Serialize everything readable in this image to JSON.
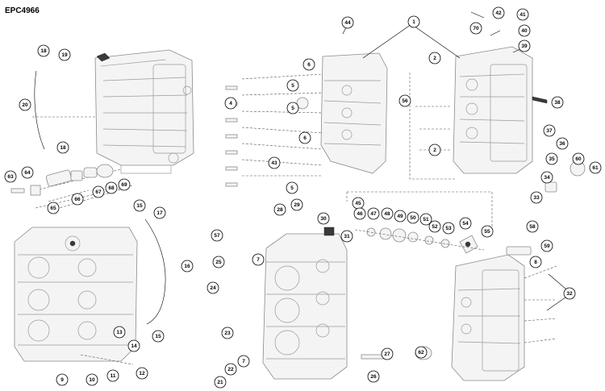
{
  "doc_code": "EPC4966",
  "callout_labels": [
    "1",
    "2",
    "2",
    "4",
    "5",
    "5",
    "6",
    "6",
    "7",
    "7",
    "8",
    "9",
    "10",
    "11",
    "12",
    "13",
    "14",
    "15",
    "15",
    "16",
    "17",
    "18",
    "18",
    "19",
    "20",
    "21",
    "22",
    "23",
    "24",
    "25",
    "26",
    "27",
    "28",
    "29",
    "30",
    "31",
    "32",
    "33",
    "34",
    "35",
    "36",
    "37",
    "38",
    "39",
    "40",
    "41",
    "42",
    "43",
    "44",
    "45",
    "46",
    "47",
    "48",
    "49",
    "50",
    "51",
    "52",
    "53",
    "54",
    "55",
    "56",
    "57",
    "58",
    "59",
    "60",
    "61",
    "62",
    "63",
    "64",
    "65",
    "66",
    "67",
    "68",
    "69",
    "70",
    "5"
  ]
}
